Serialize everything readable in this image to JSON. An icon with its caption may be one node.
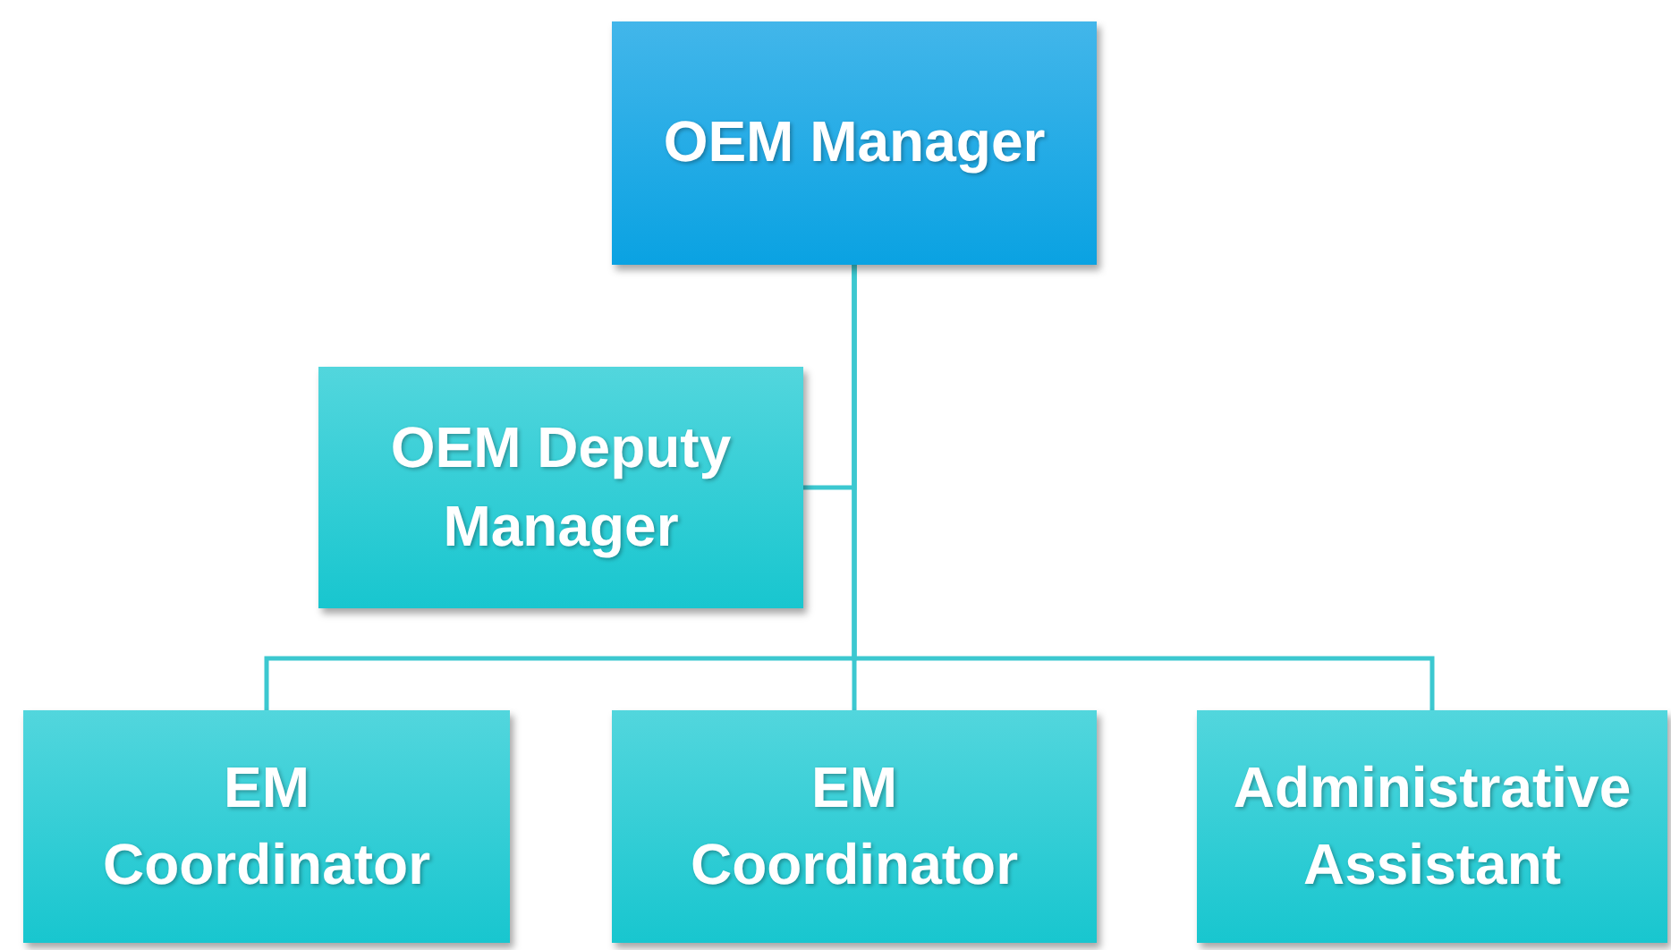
{
  "diagram": {
    "nodes": [
      {
        "text": [
          "OEM Manager"
        ]
      },
      {
        "text": [
          "OEM Deputy Manager"
        ]
      },
      {
        "text": [
          "EM Coordinator"
        ]
      },
      {
        "text": [
          "EM Coordinator"
        ]
      },
      {
        "text": [
          "Administrative Assistant"
        ]
      }
    ],
    "edges": [
      {
        "from": 0,
        "to": 1,
        "arrow": "none"
      },
      {
        "from": 0,
        "to": 2,
        "arrow": "none"
      },
      {
        "from": 0,
        "to": 3,
        "arrow": "none"
      },
      {
        "from": 0,
        "to": 4,
        "arrow": "none"
      }
    ]
  }
}
